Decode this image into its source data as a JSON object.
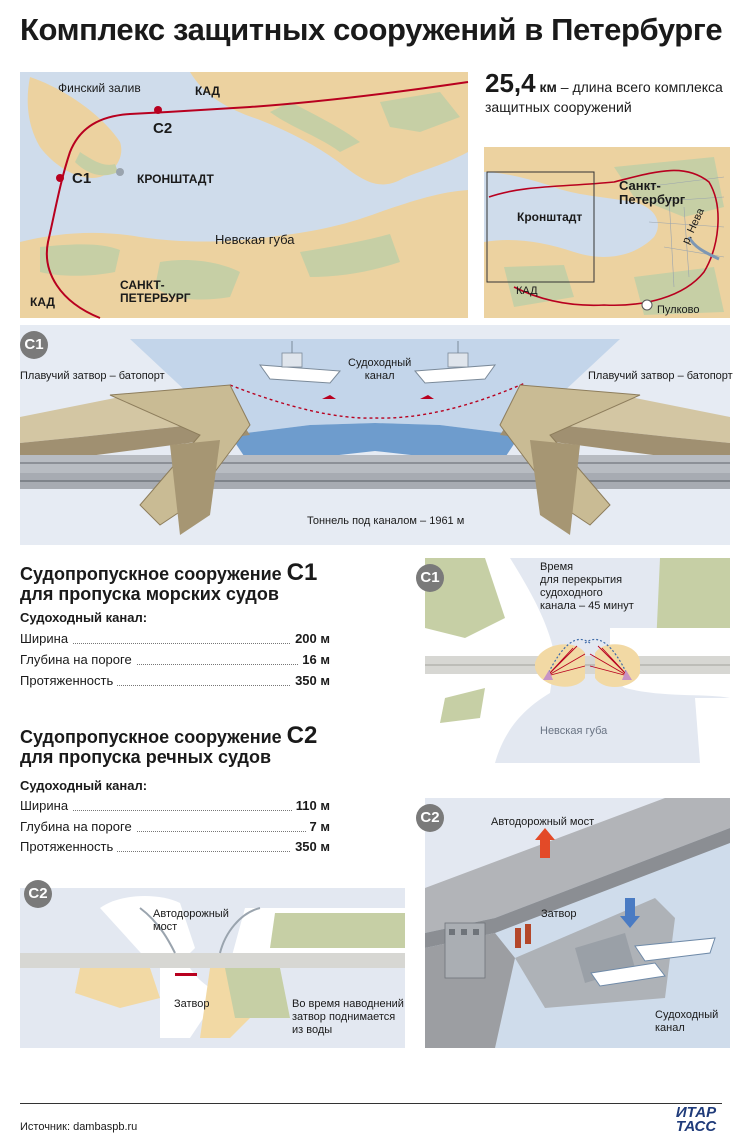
{
  "title": "Комплекс защитных сооружений в Петербурге",
  "map_main": {
    "labels": {
      "gulf": "Финский залив",
      "kad_top": "КАД",
      "c2": "С2",
      "c1": "С1",
      "kronstadt": "КРОНШТАДТ",
      "neva_bay": "Невская губа",
      "spb": "САНКТ-\nПЕТЕРБУРГ",
      "kad_bottom": "КАД"
    }
  },
  "stat": {
    "value": "25,4",
    "unit": "км",
    "text_line1": " – длина всего комплекса",
    "text_line2": "защитных сооружений"
  },
  "map_inset": {
    "labels": {
      "spb": "Санкт-\nПетербург",
      "kronstadt": "Кронштадт",
      "neva": "р. Нева",
      "kad": "КАД",
      "pulkovo": "Пулково"
    }
  },
  "c1_scene": {
    "badge": "С1",
    "left_gate": "Плавучий затвор – батопорт",
    "right_gate": "Плавучий затвор – батопорт",
    "channel": "Судоходный\nканал",
    "tunnel": "Тоннель под каналом – 1961 м"
  },
  "c1_spec": {
    "title_prefix": "Судопропускное сооружение ",
    "code": "С1",
    "title_line2": "для пропуска морских судов",
    "subhead": "Судоходный канал:",
    "rows": [
      {
        "key": "Ширина",
        "value": "200 м"
      },
      {
        "key": "Глубина на пороге",
        "value": "16 м"
      },
      {
        "key": "Протяженность",
        "value": "350 м"
      }
    ]
  },
  "c2_spec": {
    "title_prefix": "Судопропускное сооружение ",
    "code": "С2",
    "title_line2": "для пропуска речных судов",
    "subhead": "Судоходный канал:",
    "rows": [
      {
        "key": "Ширина",
        "value": "110 м"
      },
      {
        "key": "Глубина на пороге",
        "value": "7 м"
      },
      {
        "key": "Протяженность",
        "value": "350 м"
      }
    ]
  },
  "c1_plan": {
    "badge": "С1",
    "note": "Время\nдля перекрытия\nсудоходного\nканала – 45 минут",
    "bay": "Невская губа"
  },
  "c2_scene": {
    "badge": "С2",
    "bridge": "Автодорожный мост",
    "gate": "Затвор",
    "channel": "Судоходный\nканал"
  },
  "c2_plan": {
    "badge": "С2",
    "bridge": "Автодорожный\nмост",
    "gate": "Затвор",
    "note": "Во время наводнений\nзатвор поднимается\nиз воды"
  },
  "footer": {
    "source": "Источник: dambaspb.ru",
    "logo_line1": "ИТАР",
    "logo_line2": "ТАСС"
  },
  "colors": {
    "land": "#ecd2a0",
    "water": "#cfdceb",
    "green": "#c6cfa5",
    "route": "#b8001f",
    "concrete": "#bfb291"
  }
}
